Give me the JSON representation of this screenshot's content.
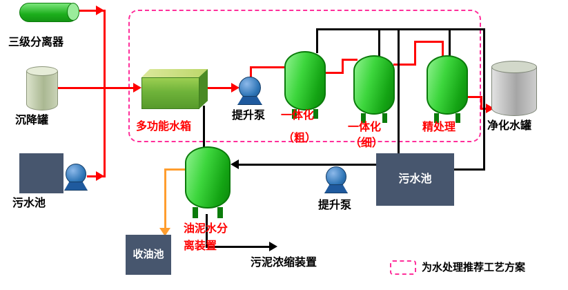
{
  "legend": {
    "text": "为水处理推荐工艺方案"
  },
  "equipment": {
    "separator": {
      "label": "三级分离器"
    },
    "settling_tank": {
      "label": "沉降罐"
    },
    "sewage_pool_left": {
      "label": "污水池"
    },
    "multifunction_tank": {
      "label": "多功能水箱"
    },
    "lift_pump_top": {
      "label": "提升泵"
    },
    "integrated_coarse": {
      "label_line1": "一体化",
      "label_line2": "（粗）"
    },
    "integrated_fine": {
      "label_line1": "一体化",
      "label_line2": "（细）"
    },
    "fine_treatment": {
      "label": "精处理"
    },
    "purified_water_tank": {
      "label": "净化水罐"
    },
    "sewage_pool_right": {
      "label": "污水池"
    },
    "lift_pump_bottom": {
      "label": "提升泵"
    },
    "oil_sludge_separator": {
      "label_line1": "油泥水分",
      "label_line2": "离装置"
    },
    "oil_collection_pool": {
      "label": "收油池"
    },
    "sludge_thickener": {
      "label": "污泥浓缩装置"
    }
  },
  "colors": {
    "process_line": "#FF0000",
    "utility_line": "#000000",
    "oil_line": "#FF9D2E",
    "equipment_green": "#2ECC2E",
    "pool_dark_blue": "#47566E",
    "pump_blue": "#2E75B6",
    "dashed_region": "#FF2E9A"
  }
}
